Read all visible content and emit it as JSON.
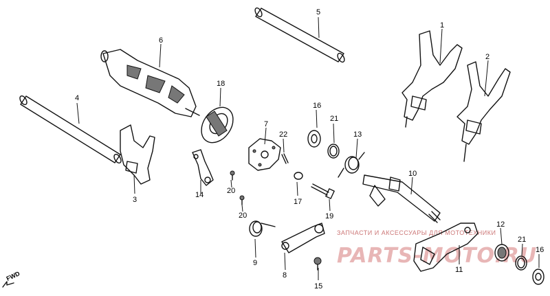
{
  "callouts": {
    "n1": "1",
    "n2": "2",
    "n3": "3",
    "n4": "4",
    "n5": "5",
    "n6": "6",
    "n7": "7",
    "n8": "8",
    "n9": "9",
    "n10": "10",
    "n11": "11",
    "n12": "12",
    "n13": "13",
    "n14": "14",
    "n15": "15",
    "n16a": "16",
    "n16b": "16",
    "n17": "17",
    "n18": "18",
    "n19": "19",
    "n20a": "20",
    "n20b": "20",
    "n21a": "21",
    "n21b": "21",
    "n22": "22"
  },
  "direction_label": "FWD",
  "watermark": {
    "subtitle": "ЗАПЧАСТИ И АКСЕССУАРЫ ДЛЯ МОТОТЕХНИКИ",
    "logo": "PARTS-MOTO.RU"
  },
  "colors": {
    "watermark": "#e8b6b6",
    "line": "#111111"
  }
}
